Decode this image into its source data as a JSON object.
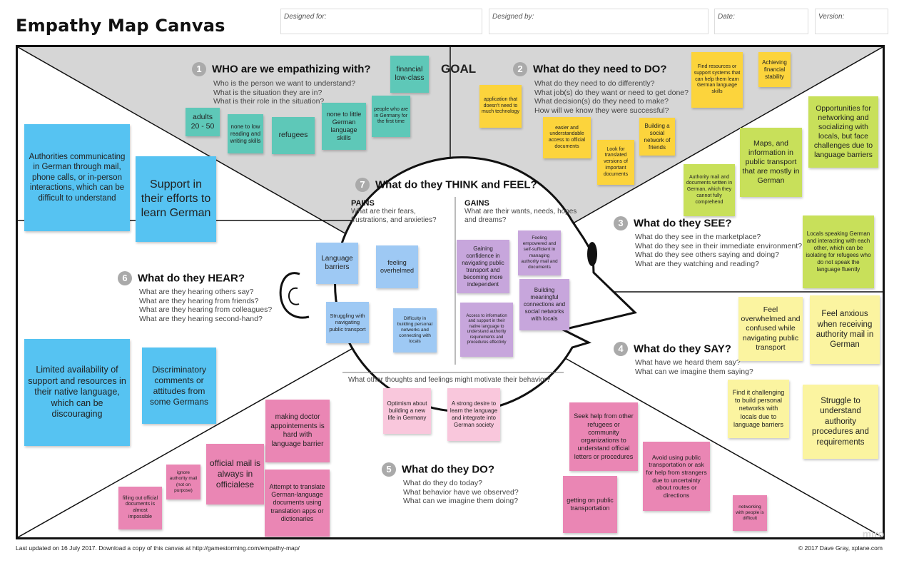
{
  "title": "Empathy Map Canvas",
  "header_fields": {
    "designed_for": "Designed for:",
    "designed_by": "Designed by:",
    "date": "Date:",
    "version": "Version:"
  },
  "goal": "GOAL",
  "sections": {
    "who": {
      "num": "1",
      "title": "WHO are we empathizing with?",
      "sub": [
        "Who is the person we want to understand?",
        "What is the situation they are in?",
        "What is their role in the situation?"
      ]
    },
    "do_need": {
      "num": "2",
      "title": "What do they need to DO?",
      "sub": [
        "What do they need to do differently?",
        "What job(s) do they want or need to get done?",
        "What decision(s) do they need to make?",
        "How will we know they were successful?"
      ]
    },
    "see": {
      "num": "3",
      "title": "What do they SEE?",
      "sub": [
        "What do they see in the marketplace?",
        "What do they see in their immediate environment?",
        "What do they see others saying and doing?",
        "What are they watching and reading?"
      ]
    },
    "say": {
      "num": "4",
      "title": "What do they SAY?",
      "sub": [
        "What have we heard them say?",
        "What can we imagine them saying?"
      ]
    },
    "do": {
      "num": "5",
      "title": "What do they DO?",
      "sub": [
        "What do they do today?",
        "What behavior have we observed?",
        "What can we imagine them doing?"
      ]
    },
    "hear": {
      "num": "6",
      "title": "What do they HEAR?",
      "sub": [
        "What are they hearing others say?",
        "What are they hearing from friends?",
        "What are they hearing from colleagues?",
        "What are they hearing second-hand?"
      ]
    },
    "think": {
      "num": "7",
      "title": "What do they THINK and FEEL?"
    }
  },
  "pains": {
    "title": "PAINS",
    "sub": "What are their fears, frustrations, and anxieties?"
  },
  "gains": {
    "title": "GAINS",
    "sub": "What are their wants, needs, hopes and dreams?"
  },
  "other_thoughts": "What other thoughts and feelings might motivate their behavior?",
  "notes": {
    "who": [
      "financial low-class",
      "adults 20 - 50",
      "none to low reading and writing skills",
      "refugees",
      "none to little German language skills",
      "people who are in Germany for the first time"
    ],
    "do_need": [
      "application that doesn't need to much technology",
      "easier and understandable access to official documents",
      "Look for translated versions of important documents",
      "Building a social network of friends",
      "Find resources or support systems that can help them learn German language skills",
      "Achieving financial stability"
    ],
    "see": [
      "Opportunities for networking and socializing with locals, but face challenges due to language barriers",
      "Maps, and information in public transport that are mostly in German",
      "Authority mail and documents written in German, which they cannot fully comprehend",
      "Locals speaking German and interacting with each other, which can be isolating for refugees who do not speak the language fluently"
    ],
    "say": [
      "Feel overwhelmed and confused while navigating public transport",
      "Feel anxious when receiving authority mail in German",
      "Find it challenging to build personal networks with locals due to language barriers",
      "Struggle to understand authority procedures and requirements"
    ],
    "hear": [
      "Authorities communicating in German through mail, phone calls, or in-person interactions, which can be difficult to understand",
      "Support in their efforts to learn German",
      "Limited availability of support and resources in their native language, which can be discouraging",
      "Discriminatory comments or attitudes from some Germans"
    ],
    "pains": [
      "Language barriers",
      "feeling overhelmed",
      "Struggling with navigating public transport",
      "Difficulty in building personal networks and connecting with locals"
    ],
    "gains": [
      "Gaining confidence in navigating public transport and becoming more independent",
      "Feeling empowered and self-sufficient in managing authority mail and documents",
      "Access to information and support in their native language to understand authority requirements and procedures effectivly",
      "Building meaningful connections and social networks with locals"
    ],
    "other": [
      "Optimism about building a new life in Germany",
      "A strong desire to learn the language and integrate into German society"
    ],
    "do": [
      "making doctor appointements is hard with language barrier",
      "official mail is always in officialese",
      "ignore authority mail (not on purpose)",
      "filling out official documents is almost impossible",
      "Attempt to translate German-language documents using translation apps or dictionaries",
      "Seek help from other refugees or community organizations to understand official letters or procedures",
      "getting on public transportation",
      "Avoid using public transportation or ask for help from strangers due to uncertainty about routes or directions",
      "networking with people is difficult"
    ]
  },
  "footer": {
    "left": "Last updated on 16 July 2017. Download a copy of this canvas at http://gamestorming.com/empathy-map/",
    "right": "© 2017 Dave Gray, xplane.com",
    "watermark": "miro"
  },
  "colors": {
    "teal": "#5ec8b8",
    "yellow": "#fcd43c",
    "lime": "#c8e05a",
    "light_yellow": "#fbf4a0",
    "blue": "#56c3f2",
    "light_blue": "#9ec9f4",
    "purple": "#c7a6dc",
    "light_pink": "#f9c7dc",
    "pink": "#ea86b4",
    "goal_band": "#d6d6d6"
  }
}
